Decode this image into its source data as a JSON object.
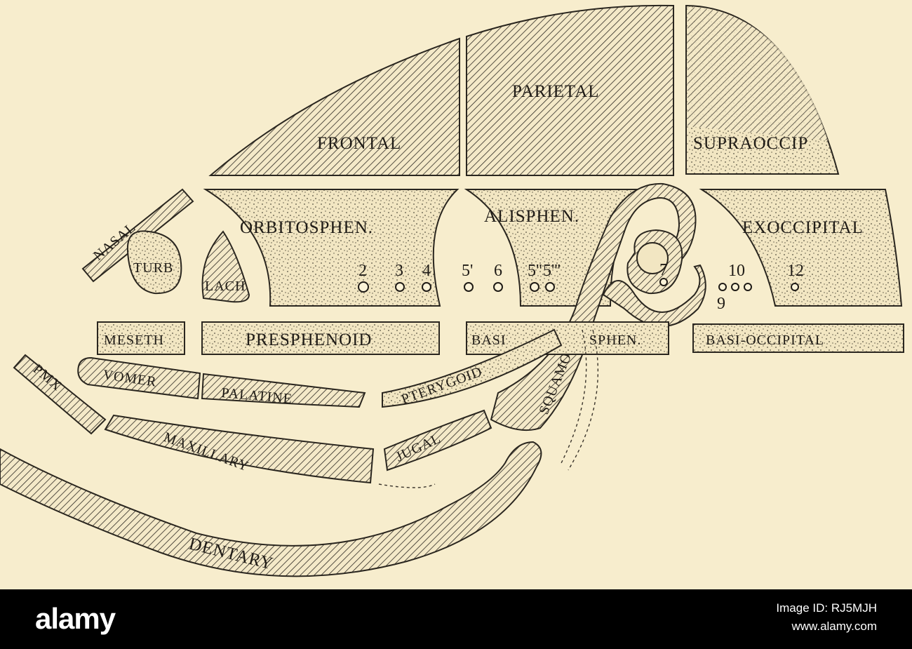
{
  "bones": {
    "frontal": "FRONTAL",
    "parietal": "PARIETAL",
    "supraoccipital": "SUPRAOCCIP",
    "orbitosphenoid": "ORBITOSPHEN.",
    "alisphenoid": "ALISPHEN.",
    "exoccipital": "EXOCCIPITAL",
    "nasal": "NASAL",
    "turbinal": "TURB",
    "lacrimal": "LACH",
    "mesethmoid": "MESETH",
    "presphenoid": "PRESPHENOID",
    "basisphenoid_left": "BASI",
    "basisphenoid_right": "SPHEN.",
    "basioccipital": "BASI-OCCIPITAL",
    "premaxilla": "PMX",
    "vomer": "VOMER",
    "palatine": "PALATINE",
    "pterygoid": "PTERYGOID",
    "squamosal": "SQUAMOSAL",
    "maxillary": "MAXILLARY",
    "jugal": "JUGAL",
    "dentary": "DENTARY"
  },
  "foramina": {
    "n2": "2",
    "n3": "3",
    "n4": "4",
    "n5p": "5'",
    "n6": "6",
    "n5pp": "5''",
    "n5ppp": "5'''",
    "n7": "7",
    "n10": "10",
    "n9": "9",
    "n12": "12"
  },
  "watermark": {
    "brand": "alamy",
    "image_id_label": "Image ID: RJ5MJH",
    "site": "www.alamy.com"
  }
}
